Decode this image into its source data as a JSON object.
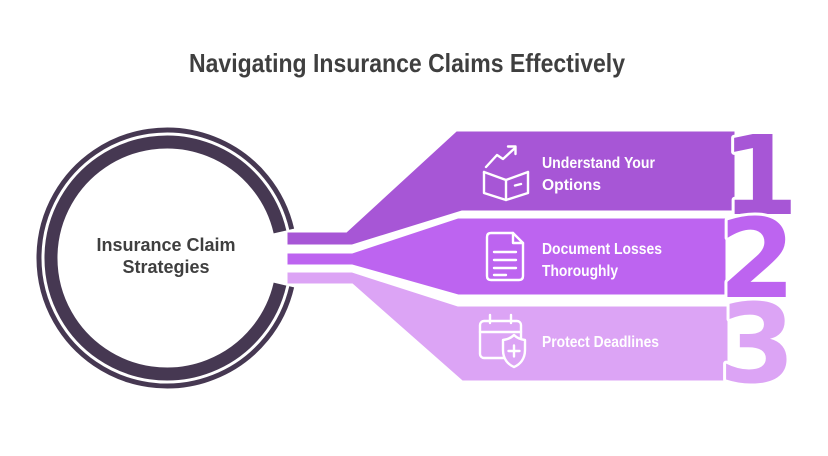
{
  "title": "Navigating Insurance Claims Effectively",
  "center": {
    "label": "Insurance Claim Strategies",
    "line1": "Insurance Claim",
    "line2": "Strategies"
  },
  "steps": [
    {
      "number": "1",
      "label": "Understand Your Options",
      "line1": "Understand Your",
      "line2": "Options",
      "icon": "box-trend-arrow-icon",
      "color": "#a756d6"
    },
    {
      "number": "2",
      "label": "Document Losses Thoroughly",
      "line1": "Document Losses",
      "line2": "Thoroughly",
      "icon": "document-icon",
      "color": "#bd64f0"
    },
    {
      "number": "3",
      "label": "Protect Deadlines",
      "line1": "Protect Deadlines",
      "line2": "",
      "icon": "calendar-shield-icon",
      "color": "#dca4f5"
    }
  ],
  "colors": {
    "ring": "#463852",
    "title_text": "#3f3f3f",
    "center_text": "#3f3f3f",
    "label_text": "#ffffff",
    "outline": "#ffffff",
    "background": "#ffffff"
  }
}
